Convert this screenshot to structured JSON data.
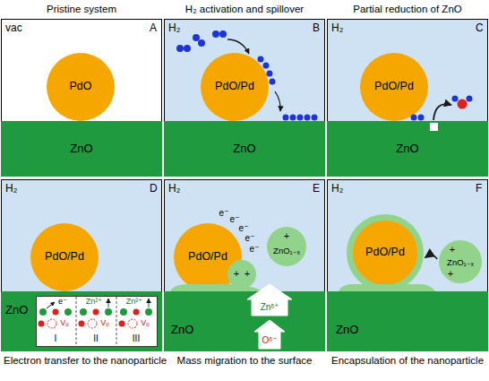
{
  "diagram": {
    "nodes": [
      {
        "text": [
          "Pristine system",
          "vac",
          "A"
        ]
      },
      {
        "text": [
          "PdO"
        ],
        "in": 0
      },
      {
        "text": [
          "ZnO"
        ],
        "in": 0
      },
      {
        "text": [
          "H₂ activation and spillover",
          "H₂",
          "B"
        ]
      },
      {
        "text": [
          "PdO/Pd"
        ],
        "in": 3
      },
      {
        "text": [
          "ZnO"
        ],
        "in": 3
      },
      {
        "text": [
          "Partial reduction of ZnO",
          "H₂",
          "C"
        ]
      },
      {
        "text": [
          "PdO/Pd"
        ],
        "in": 6
      },
      {
        "text": [
          "ZnO"
        ],
        "in": 6
      },
      {
        "text": [
          "Electron transfer to the nanoparticle",
          "H₂",
          "D"
        ]
      },
      {
        "text": [
          "PdO/Pd"
        ],
        "in": 9
      },
      {
        "text": [
          "ZnO"
        ],
        "in": 9
      },
      {
        "text": [
          "e⁻",
          "Vₒ",
          "Zn²⁺",
          "Vₒ",
          "Zn²⁺",
          "Vₒ",
          "I",
          "II",
          "III"
        ],
        "in": 11
      },
      {
        "text": [
          "Mass migration to the surface",
          "H₂",
          "E"
        ]
      },
      {
        "text": [
          "PdO/Pd"
        ],
        "in": 13
      },
      {
        "text": [
          "ZnO"
        ],
        "in": 13
      },
      {
        "text": [
          "+",
          "+"
        ],
        "in": 13
      },
      {
        "text": [
          "+",
          "ZnO₁₋ₓ"
        ],
        "in": 13
      },
      {
        "text": [
          "Encapsulation of the nanoparticle",
          "H₂",
          "F"
        ]
      },
      {
        "text": [
          "PdO/Pd"
        ],
        "in": 18
      },
      {
        "text": [
          "ZnO"
        ],
        "in": 18
      },
      {
        "text": [
          "+",
          "ZnO₁₋ₓ",
          "+"
        ],
        "in": 18
      }
    ],
    "edges": [
      {
        "from": 21,
        "to": 19,
        "arrow": "to"
      }
    ],
    "labels": [
      "e⁻",
      "e⁻",
      "e⁻",
      "e⁻",
      "e⁻",
      "Znᵟ⁺",
      "Oᵟ⁻"
    ]
  }
}
